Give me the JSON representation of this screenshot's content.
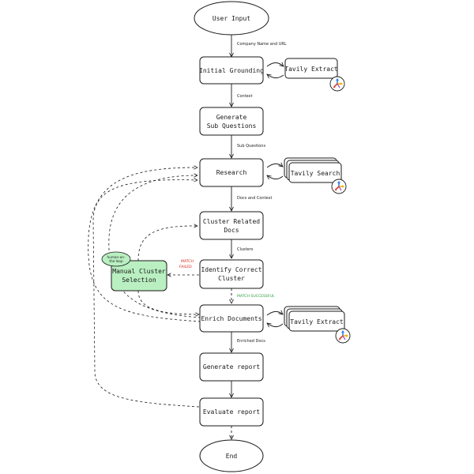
{
  "nodes": {
    "user_input": "User Input",
    "initial_grounding": "Initial Grounding",
    "generate_subq_line1": "Generate",
    "generate_subq_line2": "Sub Questions",
    "research": "Research",
    "cluster_docs_line1": "Cluster Related",
    "cluster_docs_line2": "Docs",
    "identify_cluster_line1": "Identify Correct",
    "identify_cluster_line2": "Cluster",
    "manual_selection_line1": "Manual Cluster",
    "manual_selection_line2": "Selection",
    "enrich_documents": "Enrich Documents",
    "generate_report": "Generate report",
    "evaluate_report": "Evaluate report",
    "end": "End"
  },
  "tools": {
    "tavily_extract_1": "Tavily Extract",
    "tavily_search": "Tavily Search",
    "tavily_extract_2": "Tavily Extract",
    "icon": "tavily-logo-icon"
  },
  "edges": {
    "company_name_url": "Company Name and URL",
    "context": "Context",
    "sub_questions": "Sub Questions",
    "docs_and_context": "Docs and Context",
    "clusters": "Clusters",
    "match_successful": "MATCH SUCCESSFUL",
    "match_failed_line1": "MATCH",
    "match_failed_line2": "FAILED",
    "enriched_docs": "Enriched Docs"
  },
  "annotations": {
    "human_in_loop_line1": "human-on-",
    "human_in_loop_line2": "the-loop"
  },
  "colors": {
    "stroke": "#1a1a1a",
    "manual_fill": "#b9efc1",
    "success": "#2e9e3b",
    "failed": "#d9281e"
  }
}
